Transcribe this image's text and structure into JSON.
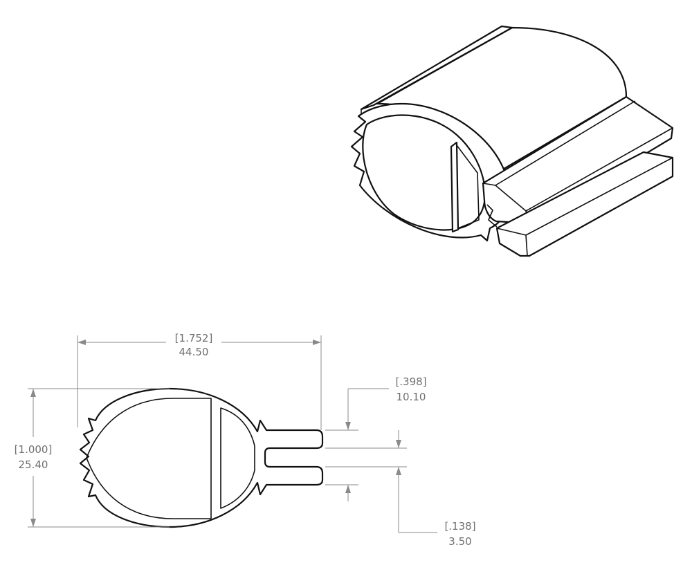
{
  "drawing": {
    "colors": {
      "line": "#111111",
      "dimension": "#8a8a8a",
      "text": "#6f6f6f",
      "background": "#ffffff"
    },
    "dimensions": {
      "overall_width": {
        "inches": "[1.752]",
        "mm": "44.50"
      },
      "overall_height": {
        "inches": "[1.000]",
        "mm": "25.40"
      },
      "tail_height": {
        "inches": "[.398]",
        "mm": "10.10"
      },
      "slot_gap": {
        "inches": "[.138]",
        "mm": "3.50"
      }
    }
  }
}
